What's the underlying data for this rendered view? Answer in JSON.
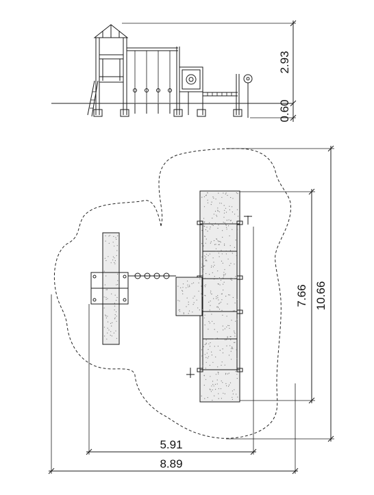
{
  "dimensions": {
    "height_total": "2.93",
    "height_below": "0.60",
    "depth_inner": "7.66",
    "depth_outer": "10.66",
    "width_inner": "5.91",
    "width_outer": "8.89"
  }
}
